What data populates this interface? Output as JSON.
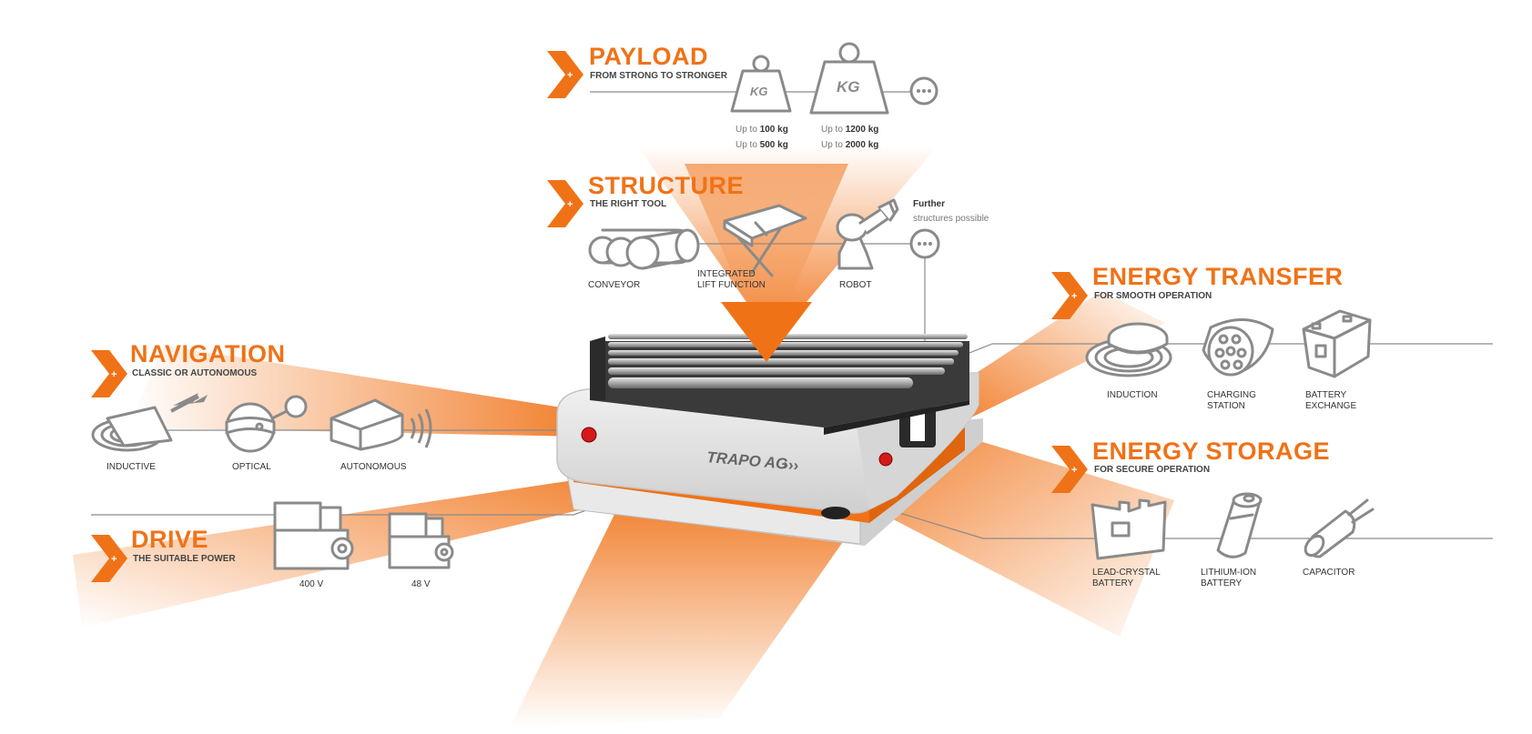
{
  "brand_color": "#f07217",
  "icon_color": "#8a8a8a",
  "machine": {
    "logo_text": "TRAPO AG"
  },
  "payload": {
    "title": "PAYLOAD",
    "subtitle": "FROM STRONG TO STRONGER",
    "weight_mark": "KG",
    "small": {
      "line1_prefix": "Up to",
      "line1_value": "100 kg",
      "line2_prefix": "Up to",
      "line2_value": "500 kg"
    },
    "large": {
      "line1_prefix": "Up to",
      "line1_value": "1200 kg",
      "line2_prefix": "Up to",
      "line2_value": "2000 kg"
    }
  },
  "structure": {
    "title": "STRUCTURE",
    "subtitle": "THE RIGHT TOOL",
    "items": [
      {
        "label": "CONVEYOR"
      },
      {
        "label_line1": "INTEGRATED",
        "label_line2": "LIFT FUNCTION"
      },
      {
        "label": "ROBOT"
      }
    ],
    "further_title": "Further",
    "further_text": "structures possible"
  },
  "navigation": {
    "title": "NAVIGATION",
    "subtitle": "CLASSIC OR AUTONOMOUS",
    "items": [
      {
        "label": "INDUCTIVE"
      },
      {
        "label": "OPTICAL"
      },
      {
        "label": "AUTONOMOUS"
      }
    ]
  },
  "drive": {
    "title": "DRIVE",
    "subtitle": "THE SUITABLE POWER",
    "items": [
      {
        "label": "400 V"
      },
      {
        "label": "48 V"
      }
    ]
  },
  "energy_transfer": {
    "title": "ENERGY TRANSFER",
    "subtitle": "FOR SMOOTH OPERATION",
    "items": [
      {
        "label": "INDUCTION"
      },
      {
        "label_line1": "CHARGING",
        "label_line2": "STATION"
      },
      {
        "label_line1": "BATTERY",
        "label_line2": "EXCHANGE"
      }
    ]
  },
  "energy_storage": {
    "title": "ENERGY STORAGE",
    "subtitle": "FOR SECURE OPERATION",
    "items": [
      {
        "label_line1": "LEAD-CRYSTAL",
        "label_line2": "BATTERY"
      },
      {
        "label_line1": "LITHIUM-ION",
        "label_line2": "BATTERY"
      },
      {
        "label": "CAPACITOR"
      }
    ]
  }
}
